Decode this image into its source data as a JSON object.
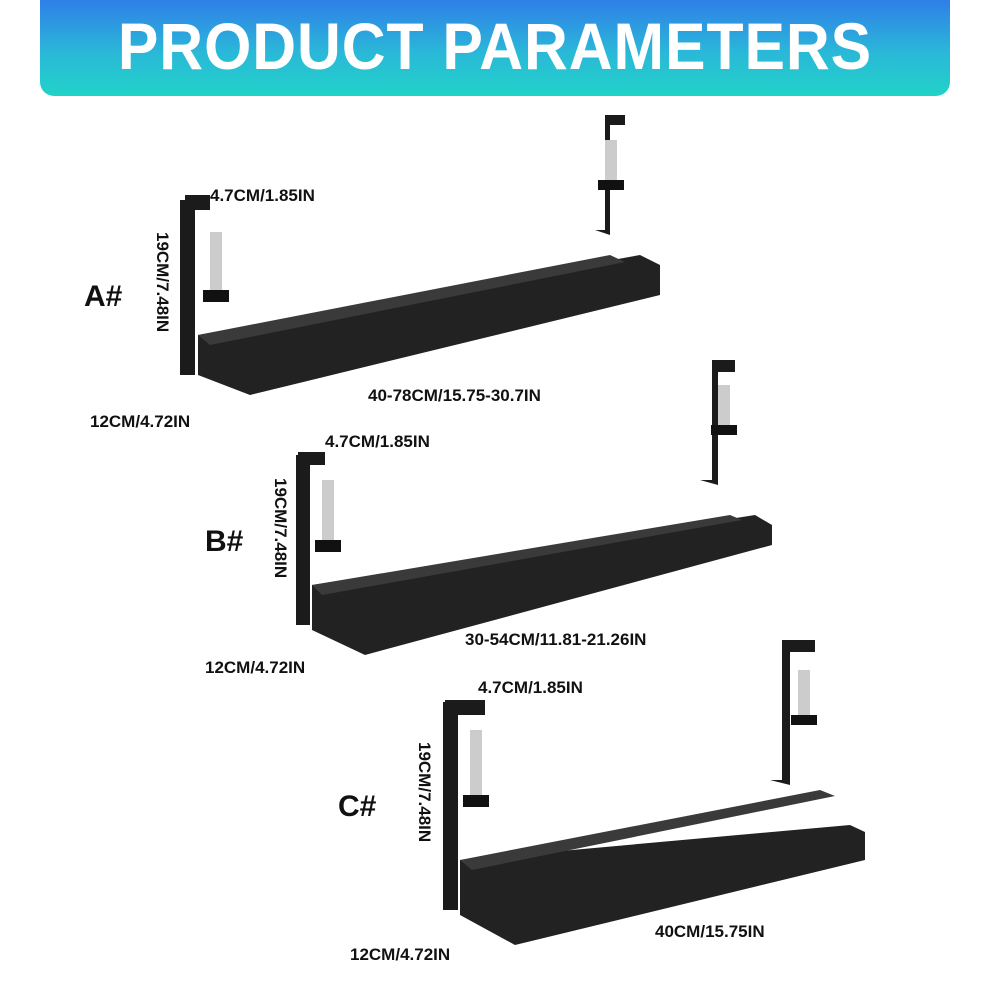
{
  "title": "PRODUCT PARAMETERS",
  "colors": {
    "banner_top": "#2f7fe8",
    "banner_bottom": "#21d3c8",
    "tray": "#1b1b1b"
  },
  "products": [
    {
      "model": "A#",
      "hook": "4.7CM/1.85IN",
      "height": "19CM/7.48IN",
      "depth": "12CM/4.72IN",
      "length": "40-78CM/15.75-30.7IN"
    },
    {
      "model": "B#",
      "hook": "4.7CM/1.85IN",
      "height": "19CM/7.48IN",
      "depth": "12CM/4.72IN",
      "length": "30-54CM/11.81-21.26IN"
    },
    {
      "model": "C#",
      "hook": "4.7CM/1.85IN",
      "height": "19CM/7.48IN",
      "depth": "12CM/4.72IN",
      "length": "40CM/15.75IN"
    }
  ]
}
